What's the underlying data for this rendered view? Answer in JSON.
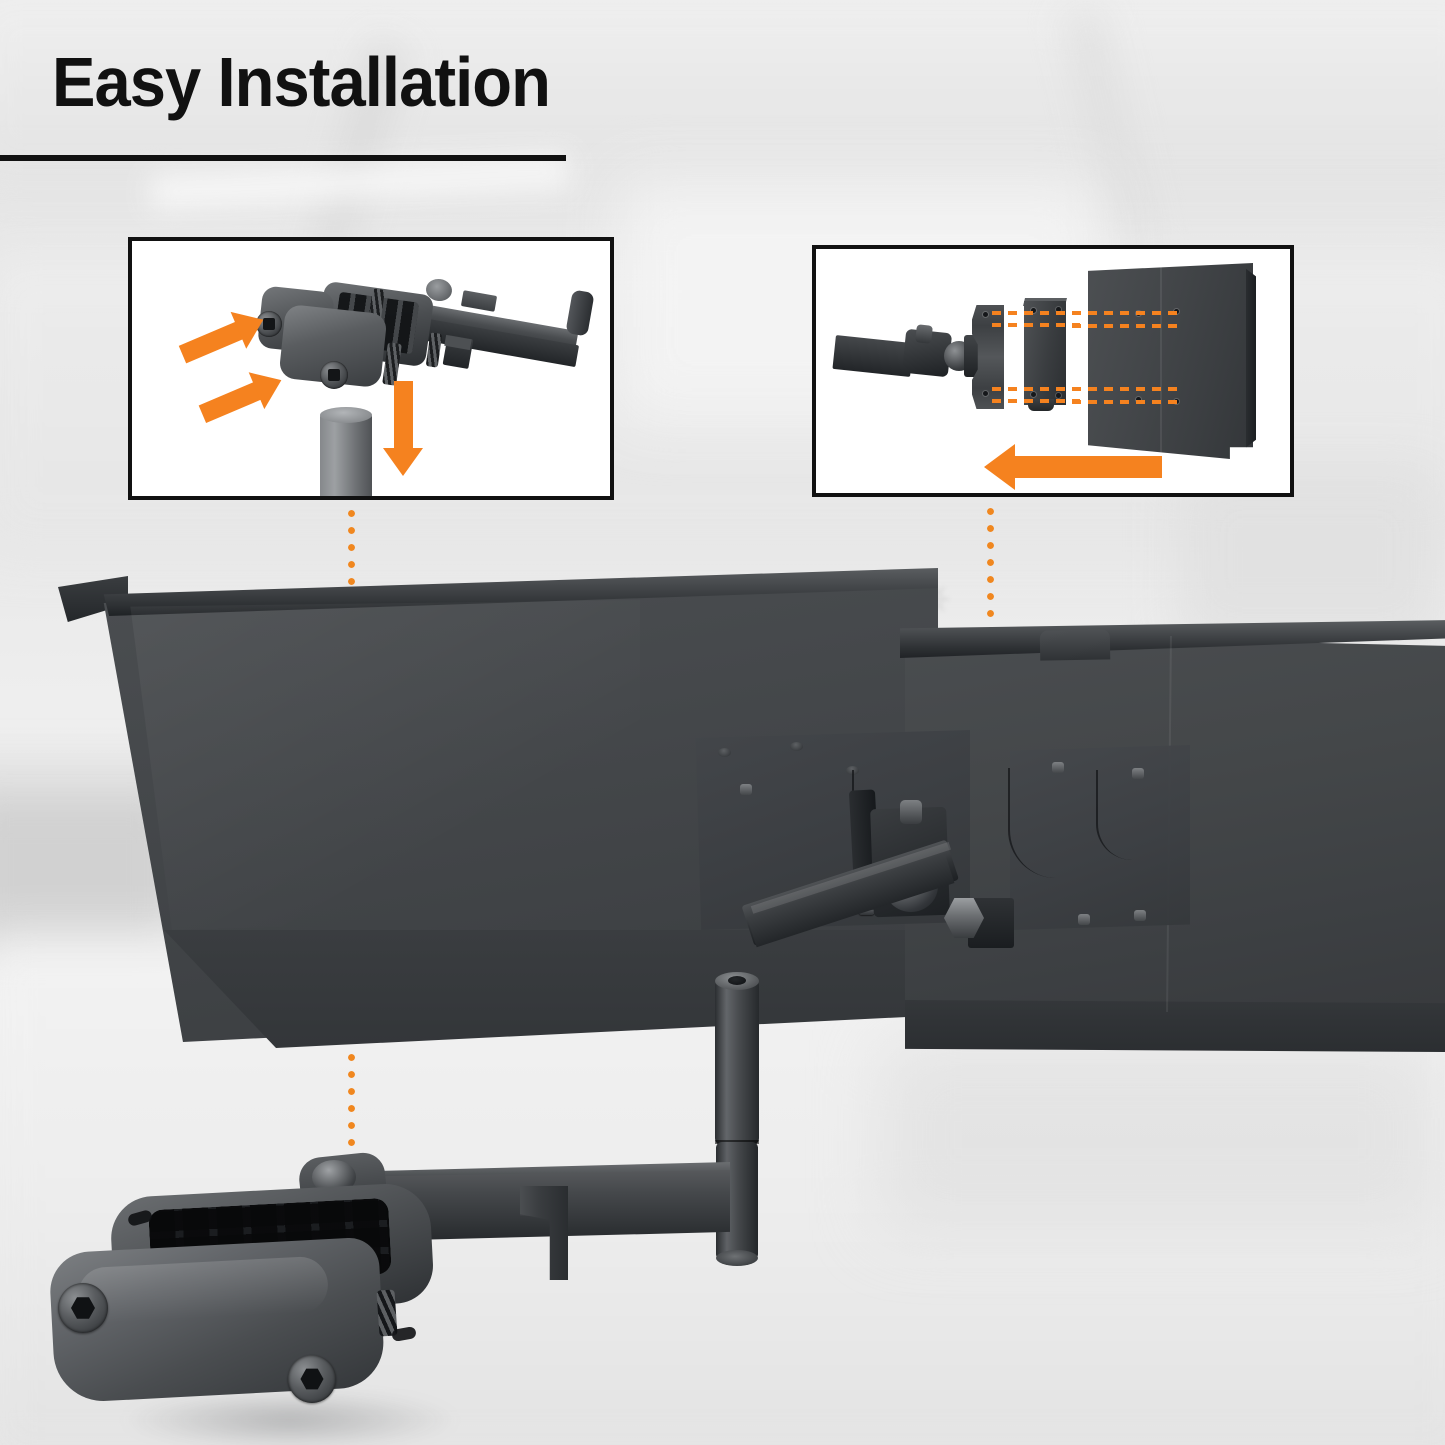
{
  "header": {
    "title": "Easy Installation"
  },
  "colors": {
    "accent_orange": "#F5821F",
    "dotted_line_orange": "#F0871F",
    "title_black": "#111111",
    "background_gray": "#E6E6E6",
    "product_dark_gray": "#434649",
    "inset_border": "#111111",
    "inset_fill": "#FFFFFF"
  },
  "insets": [
    {
      "id": "step-1-pole-mount",
      "name": "Arm to pole attachment",
      "description": "Monitor arm clamp head sliding down onto the vertical pole",
      "annotations": [
        {
          "type": "arrow",
          "direction": "right",
          "target": "upper-adjustment-screw"
        },
        {
          "type": "arrow",
          "direction": "right",
          "target": "lower-adjustment-screw"
        },
        {
          "type": "arrow",
          "direction": "down",
          "target": "pole-insertion"
        }
      ],
      "parts": [
        "mount-arm",
        "clamp-head",
        "adjustment-screws",
        "support-pole"
      ]
    },
    {
      "id": "step-2-vesa-mount",
      "name": "VESA plate to monitor attachment",
      "description": "VESA bracket aligning with the monitor rear mounting holes",
      "annotations": [
        {
          "type": "arrow",
          "direction": "left",
          "target": "monitor-slide-on"
        },
        {
          "type": "dashed-guides",
          "count": 4,
          "target": "vesa-hole-alignment"
        }
      ],
      "parts": [
        "arm-end",
        "tilt-joint",
        "vesa-plate",
        "mounting-bracket",
        "monitor-back"
      ]
    }
  ],
  "connectors": [
    {
      "id": "connector-left",
      "style": "dotted",
      "from": "step-1-pole-mount",
      "to": "desk-clamp-assembly"
    },
    {
      "id": "connector-right",
      "style": "dotted",
      "from": "step-2-vesa-mount",
      "to": "monitor-vesa-head"
    }
  ],
  "product_scene": {
    "name": "Dual monitor desk mount, rear three-quarter view",
    "components": [
      "left-monitor",
      "right-monitor",
      "vesa-mounting-plate",
      "pivot-head",
      "upper-arm",
      "elbow-joint",
      "lower-arm",
      "cable-management-hook",
      "desk-clamp"
    ],
    "setting": "blurred office interior"
  }
}
